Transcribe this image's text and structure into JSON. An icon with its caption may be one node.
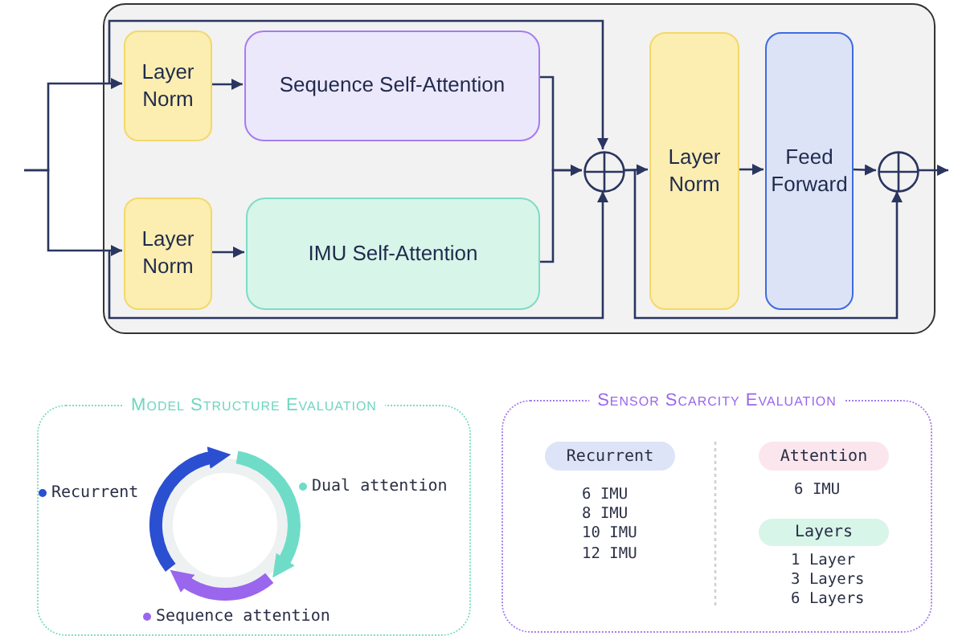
{
  "diagram": {
    "nodes": [
      {
        "text": [],
        "shape": "box"
      },
      {
        "text": [
          "Layer Norm"
        ],
        "in": 0
      },
      {
        "text": [
          "Sequence Self-Attention"
        ],
        "in": 0
      },
      {
        "text": [
          "Layer Norm"
        ],
        "in": 0
      },
      {
        "text": [
          "IMU Self-Attention"
        ],
        "in": 0
      },
      {
        "text": [],
        "shape": "circle",
        "in": 0
      },
      {
        "text": [
          "Layer Norm"
        ],
        "in": 0
      },
      {
        "text": [
          "Feed Forward"
        ],
        "in": 0
      },
      {
        "text": [],
        "shape": "circle",
        "in": 0
      },
      {
        "text": [
          "Model Structure Evaluation"
        ]
      },
      {
        "text": [
          "Sensor Scarcity Evaluation"
        ]
      },
      {
        "text": [
          "Recurrent"
        ],
        "in": 10
      },
      {
        "text": [
          "Attention"
        ],
        "in": 10
      },
      {
        "text": [
          "Layers"
        ],
        "in": 10
      }
    ],
    "edges": [
      {
        "from": null,
        "to": 1,
        "arrow": "to"
      },
      {
        "from": null,
        "to": 3,
        "arrow": "to"
      },
      {
        "from": null,
        "to": 5,
        "arrow": "to"
      },
      {
        "from": null,
        "to": 5,
        "arrow": "to"
      },
      {
        "from": 1,
        "to": 2,
        "arrow": "to"
      },
      {
        "from": 3,
        "to": 4,
        "arrow": "to"
      },
      {
        "from": 2,
        "to": 5,
        "arrow": "to"
      },
      {
        "from": 4,
        "to": 5,
        "arrow": "to"
      },
      {
        "from": 5,
        "to": 6,
        "arrow": "to"
      },
      {
        "from": 6,
        "to": 7,
        "arrow": "to"
      },
      {
        "from": 7,
        "to": 8,
        "arrow": "to"
      },
      {
        "from": 8,
        "to": null,
        "arrow": "to"
      },
      {
        "from": 5,
        "to": 8,
        "arrow": "to"
      }
    ],
    "labels": [
      "6 IMU",
      "8 IMU",
      "10 IMU",
      "12 IMU",
      "6 IMU",
      "1 Layer",
      "3 Layers",
      "6 Layers"
    ],
    "legend": [
      {
        "text": "Recurrent",
        "color": "#2b4fd1"
      },
      {
        "text": "Dual attention",
        "color": "#6fdcc8"
      },
      {
        "text": "Sequence attention",
        "color": "#9a66ee"
      }
    ]
  }
}
